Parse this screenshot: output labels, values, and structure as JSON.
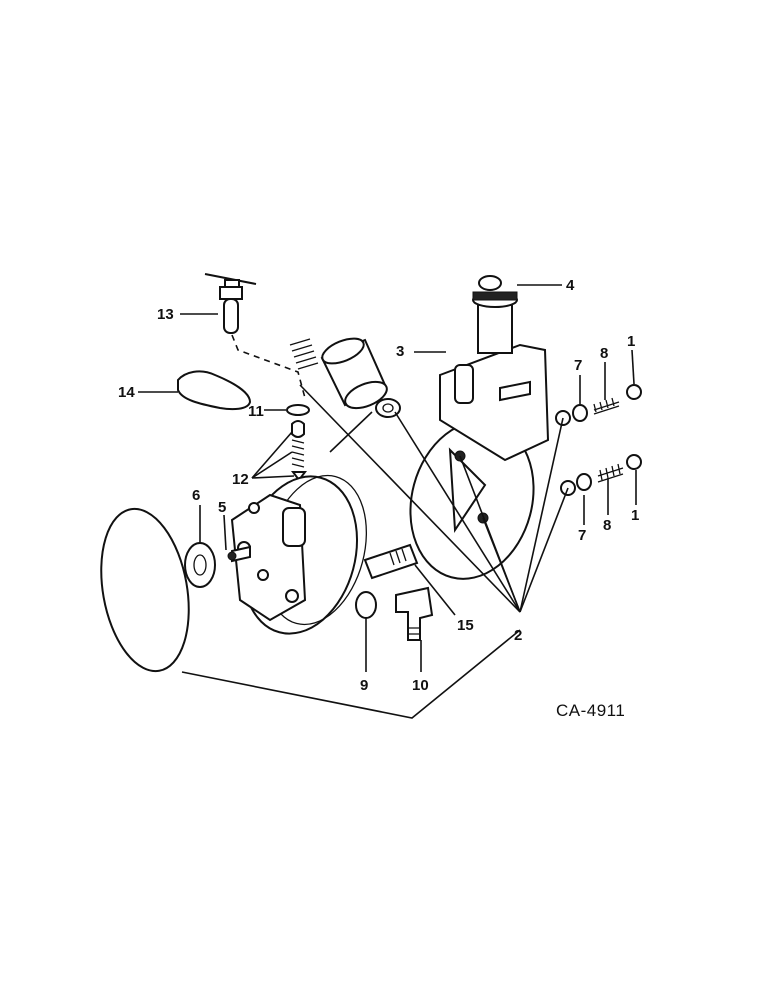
{
  "diagram_code": "CA-4911",
  "callouts": {
    "c1a": "1",
    "c1b": "1",
    "c2": "2",
    "c3": "3",
    "c4": "4",
    "c5": "5",
    "c6": "6",
    "c7a": "7",
    "c7b": "7",
    "c8a": "8",
    "c8b": "8",
    "c9": "9",
    "c10": "10",
    "c11": "11",
    "c12": "12",
    "c13": "13",
    "c14": "14",
    "c15": "15"
  }
}
